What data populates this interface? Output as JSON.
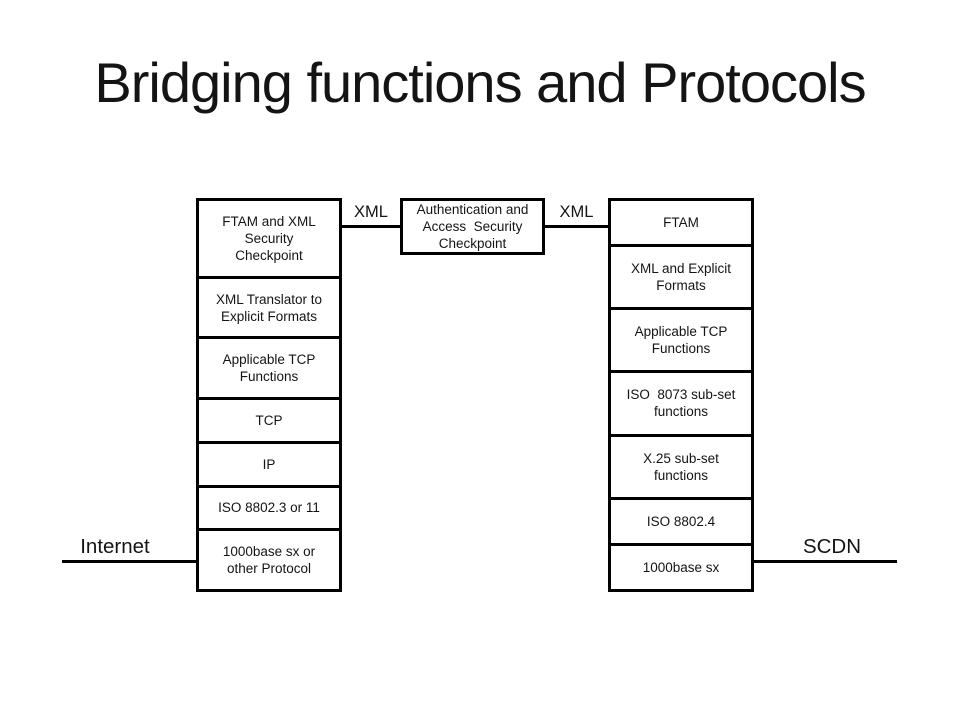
{
  "slide": {
    "title": "Bridging functions and Protocols"
  },
  "colors": {
    "ink": "#000000",
    "background": "#ffffff"
  },
  "stacks": {
    "left": {
      "layers": [
        "FTAM and XML\nSecurity\nCheckpoint",
        "XML Translator to\nExplicit Formats",
        "Applicable TCP\nFunctions",
        "TCP",
        "IP",
        "ISO 8802.3 or 11",
        "1000base sx or\nother Protocol"
      ]
    },
    "right": {
      "layers": [
        "FTAM",
        "XML and Explicit\nFormats",
        "Applicable TCP\nFunctions",
        "ISO  8073 sub-set\nfunctions",
        "X.25 sub-set\nfunctions",
        "ISO 8802.4",
        "1000base sx"
      ]
    }
  },
  "bridge": {
    "label": "Authentication and\nAccess  Security\nCheckpoint"
  },
  "connectors": {
    "left_label": "XML",
    "right_label": "XML"
  },
  "endpoints": {
    "left": "Internet",
    "right": "SCDN"
  }
}
